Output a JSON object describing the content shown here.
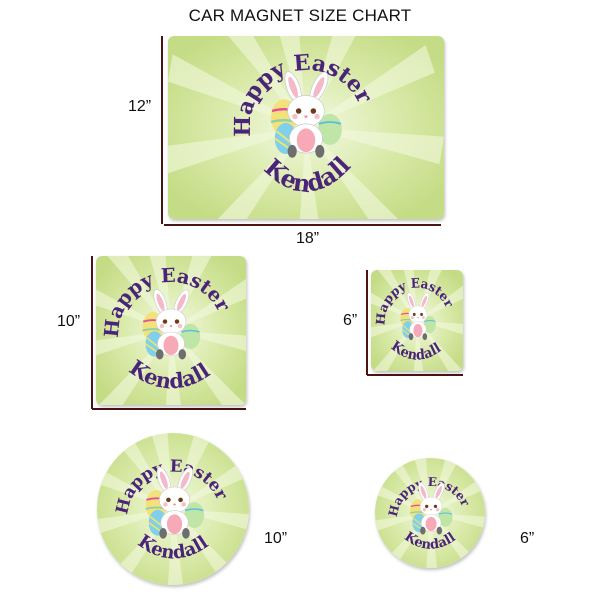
{
  "title": "CAR MAGNET SIZE CHART",
  "colors": {
    "background_green": "#cfe39a",
    "ray_light": "#e9f3cd",
    "text_purple": "#4a2478",
    "dimension_line": "#4a1414"
  },
  "design": {
    "top_text": "Happy Easter",
    "name": "Kendall",
    "illustration": "bunny-with-easter-eggs"
  },
  "magnets": [
    {
      "shape": "rectangle",
      "width_label": "18”",
      "height_label": "12”"
    },
    {
      "shape": "square",
      "height_label": "10”"
    },
    {
      "shape": "square",
      "height_label": "6”"
    },
    {
      "shape": "circle",
      "size_label": "10”"
    },
    {
      "shape": "circle",
      "size_label": "6”"
    }
  ]
}
